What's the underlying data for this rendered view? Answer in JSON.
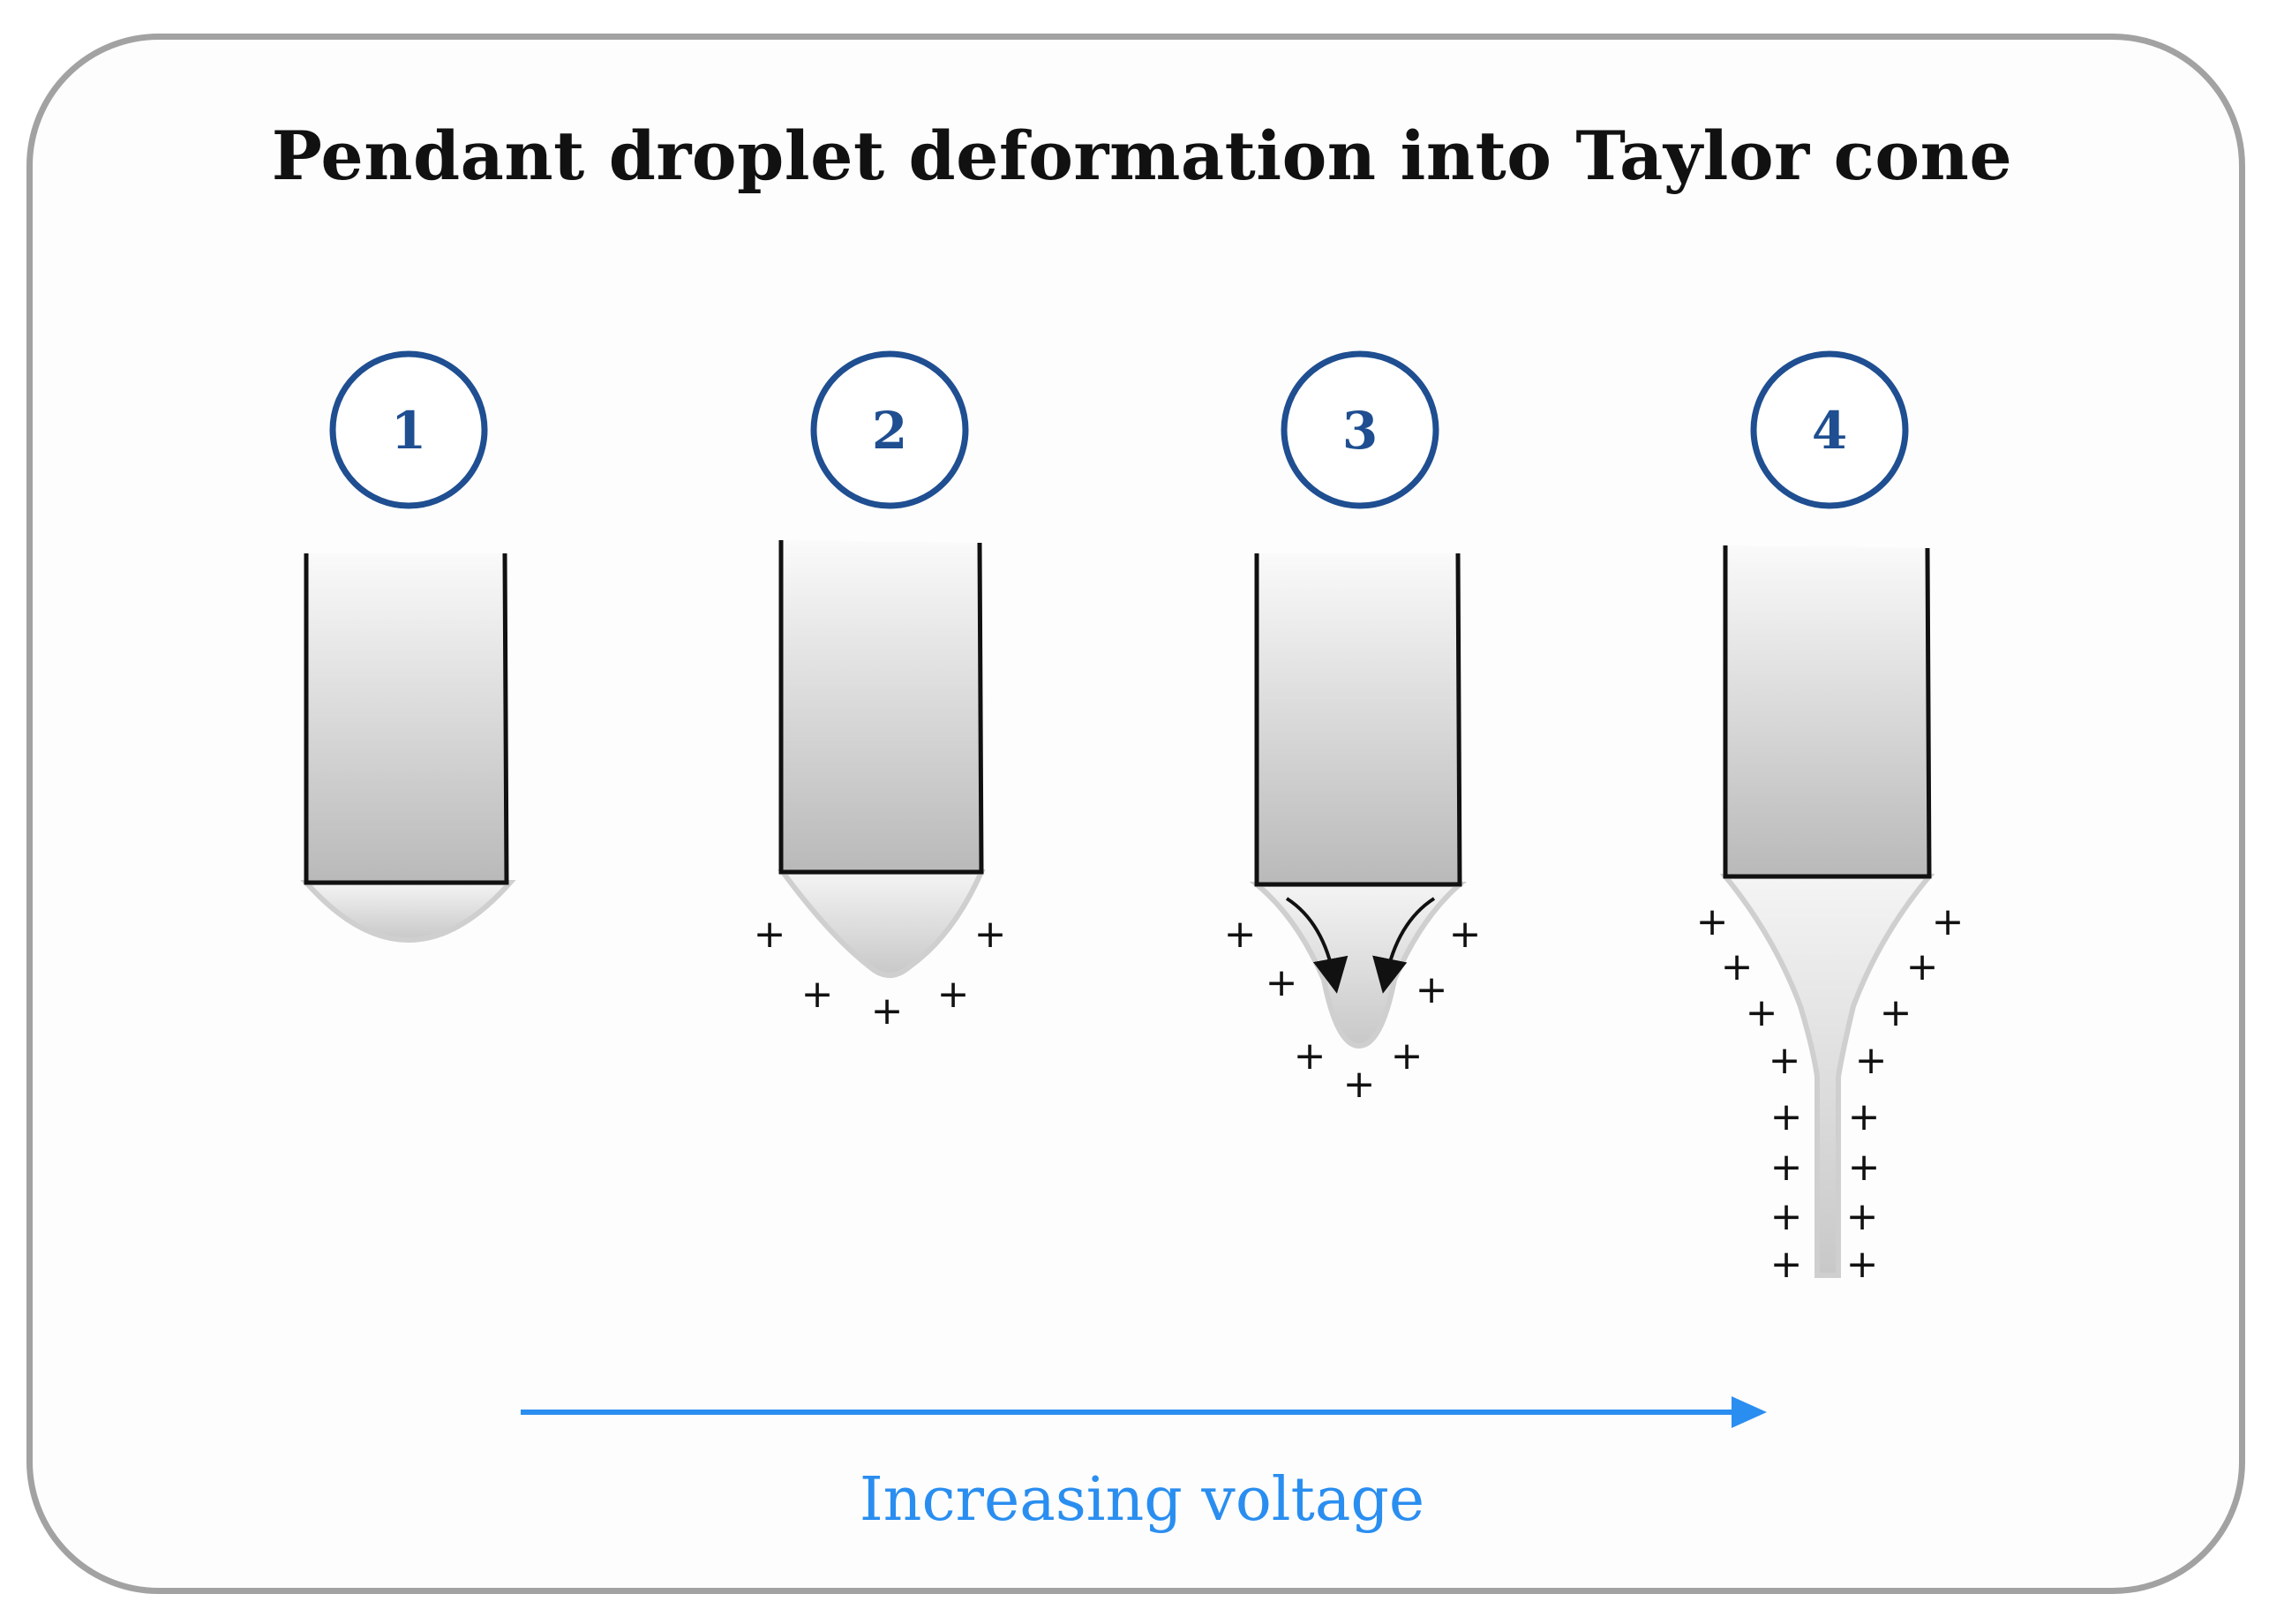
{
  "title": "Pendant droplet deformation into Taylor cone",
  "steps": [
    {
      "label": "1",
      "charge_marks": 0
    },
    {
      "label": "2",
      "charge_marks": 5
    },
    {
      "label": "3",
      "charge_marks": 7
    },
    {
      "label": "4",
      "charge_marks": 16
    }
  ],
  "charge_symbol": "+",
  "axis": {
    "label": "Increasing voltage",
    "direction": "left-to-right"
  },
  "colors": {
    "step_circle": "#1f4e91",
    "arrow": "#2a8ef0",
    "frame": "#a2a2a2",
    "liquid": "#d4d4d4",
    "nozzle_top": "#fafafa",
    "nozzle_bottom": "#b9b9b9"
  }
}
